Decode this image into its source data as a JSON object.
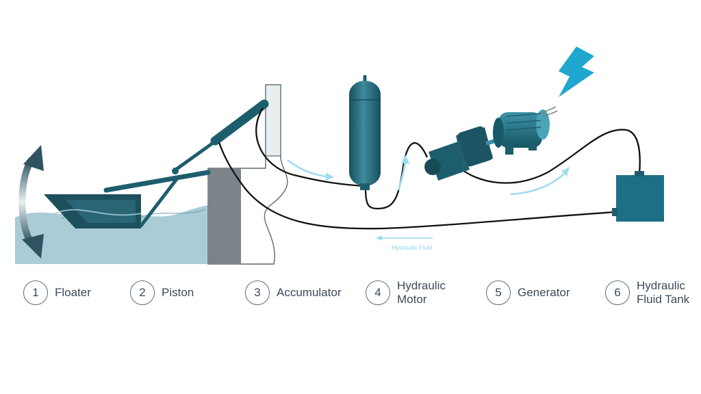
{
  "flow_label": "Hydraulic Fluid",
  "components": [
    {
      "number": "1",
      "label": "Floater"
    },
    {
      "number": "2",
      "label": "Piston"
    },
    {
      "number": "3",
      "label": "Accumulator"
    },
    {
      "number": "4",
      "label": "Hydraulic\nMotor"
    },
    {
      "number": "5",
      "label": "Generator"
    },
    {
      "number": "6",
      "label": "Hydraulic\nFluid Tank"
    }
  ],
  "colors": {
    "machine": "#1d5e6d",
    "machine_light": "#2d7f91",
    "water": "#a9ccd6",
    "wall": "#7a8489",
    "hose": "#111111",
    "flow_arrow": "#9fdcf1",
    "bolt": "#1fa7cf"
  }
}
